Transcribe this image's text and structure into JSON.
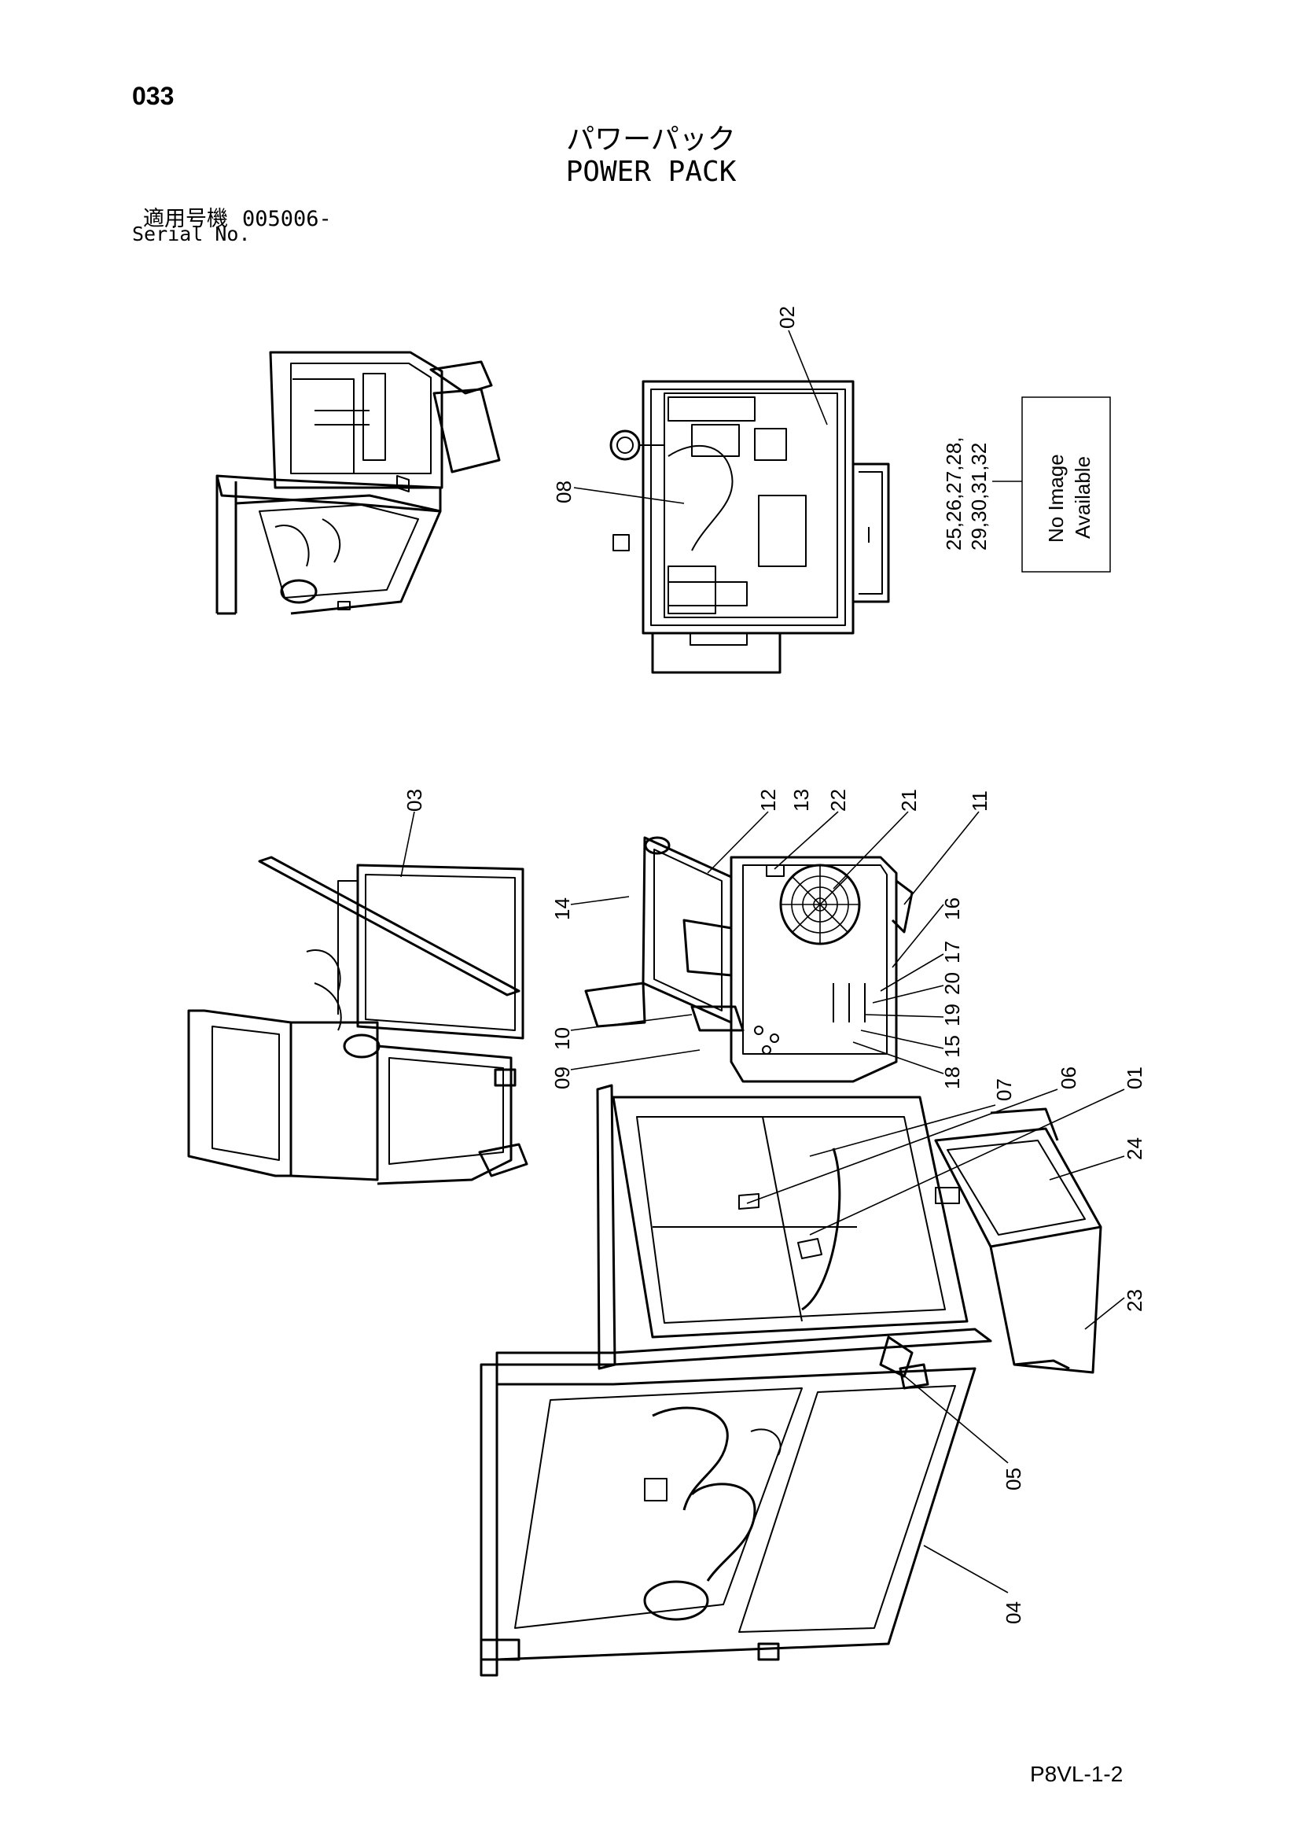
{
  "header": {
    "page_number": "033",
    "title_jp": "パワーパック",
    "title_en": "POWER PACK",
    "serial_label_jp": "適用号機",
    "serial_value": "005006-",
    "serial_label_en": "Serial No."
  },
  "placeholder": {
    "line1": "No Image",
    "line2": "Available",
    "refs_line1": "25,26,27,28,",
    "refs_line2": "29,30,31,32"
  },
  "callouts": {
    "c01": "01",
    "c02": "02",
    "c03": "03",
    "c04": "04",
    "c05": "05",
    "c06": "06",
    "c07": "07",
    "c08": "08",
    "c09": "09",
    "c10": "10",
    "c11": "11",
    "c12": "12",
    "c13": "13",
    "c14": "14",
    "c15": "15",
    "c16": "16",
    "c17": "17",
    "c18": "18",
    "c19": "19",
    "c20": "20",
    "c21": "21",
    "c22": "22",
    "c23": "23",
    "c24": "24"
  },
  "footer": {
    "doc_code": "P8VL-1-2"
  }
}
